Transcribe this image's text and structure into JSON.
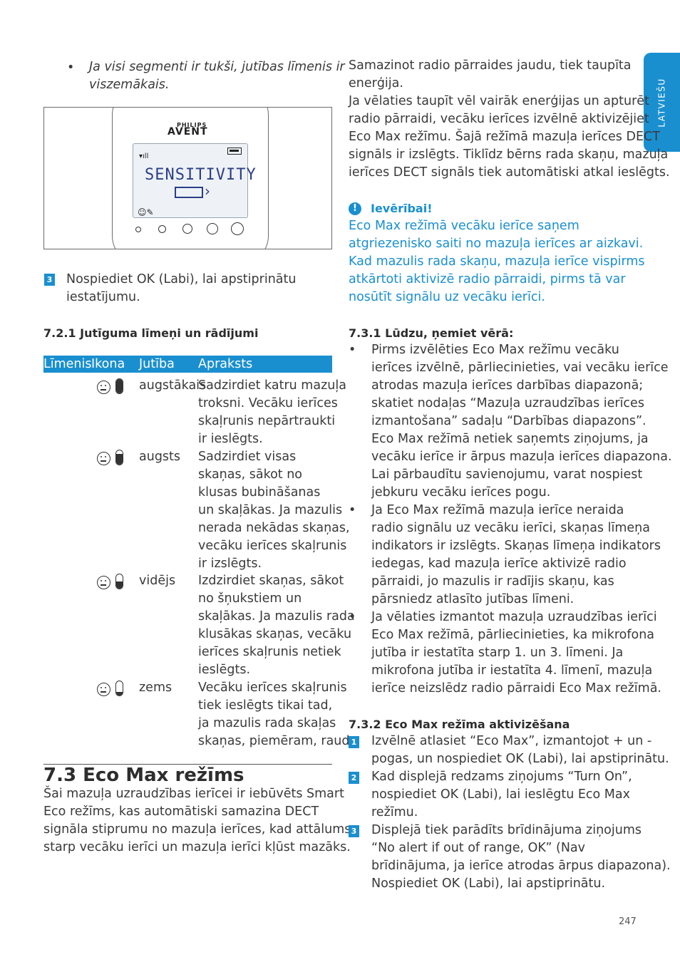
{
  "side_tab": "LATVIEŠU",
  "left": {
    "bullet_line1": "Ja visi segmenti ir tukši, jutības līmenis ir",
    "bullet_line2": "viszemākais.",
    "figure": {
      "brand_top": "PHILIPS",
      "brand_main": "AVENT",
      "lcd_text": "SENSITIVITY"
    },
    "step3_num": "3",
    "step3_line1": "Nospiediet OK (Labi), lai apstiprinātu",
    "step3_line2": "iestatījumu.",
    "subheading": "7.2.1 Jutīguma līmeņi un rādījumi",
    "table": {
      "headers": [
        "Līmenis",
        "Ikona",
        "Jutība",
        "Apraksts"
      ],
      "rows": [
        {
          "icon": "face-mic-icon",
          "mic_level": 1.0,
          "level": "augstākais",
          "desc": [
            "Sadzirdiet katru mazuļa",
            "troksni. Vecāku ierīces",
            "skaļrunis nepārtraukti",
            "ir ieslēgts."
          ]
        },
        {
          "icon": "face-mic-icon",
          "mic_level": 0.75,
          "level": "augsts",
          "desc": [
            "Sadzirdiet visas",
            "skaņas, sākot no",
            "klusas bubināšanas",
            "un skaļākas. Ja mazulis",
            "nerada nekādas skaņas,",
            "vecāku ierīces skaļrunis",
            "ir izslēgts."
          ]
        },
        {
          "icon": "face-mic-icon",
          "mic_level": 0.5,
          "level": "vidējs",
          "desc": [
            "Izdzirdiet skaņas, sākot",
            "no šņukstiem un",
            "skaļākas. Ja mazulis rada",
            "klusākas skaņas, vecāku",
            "ierīces skaļrunis netiek",
            "ieslēgts."
          ]
        },
        {
          "icon": "face-mic-icon",
          "mic_level": 0.25,
          "level": "zems",
          "desc": [
            "Vecāku ierīces skaļrunis",
            "tiek ieslēgts tikai tad,",
            "ja mazulis rada skaļas",
            "skaņas, piemēram, raud."
          ]
        }
      ]
    },
    "heading_73": "7.3  Eco Max režīms",
    "para_73": [
      "Šai mazuļa uzraudzības ierīcei ir iebūvēts Smart",
      "Eco režīms, kas automātiski samazina DECT",
      "signāla stiprumu no mazuļa ierīces, kad attālums",
      "starp vecāku ierīci un mazuļa ierīci kļūst mazāks."
    ]
  },
  "right": {
    "para1": [
      "Samazinot radio pārraides jaudu, tiek taupīta",
      "enerģija.",
      "Ja vēlaties taupīt vēl vairāk enerģijas un apturēt",
      "radio pārraidi, vecāku ierīces izvēlnē aktivizējiet",
      "Eco Max režīmu. Šajā režīmā mazuļa ierīces DECT",
      "signāls ir izslēgts. Tiklīdz bērns rada skaņu, mazuļa",
      "ierīces DECT signāls tiek automātiski atkal ieslēgts."
    ],
    "note_icon": "!",
    "note_title": "Ievērībai!",
    "note_body": [
      "Eco Max režīmā vecāku ierīce saņem",
      "atgriezenisko saiti no mazuļa ierīces ar aizkavi.",
      "Kad mazulis rada skaņu, mazuļa ierīce vispirms",
      "atkārtoti aktivizē radio pārraidi, pirms tā var",
      "nosūtīt signālu uz vecāku ierīci."
    ],
    "subheading_731": "7.3.1 Lūdzu, ņemiet vērā:",
    "bullets": [
      [
        "Pirms izvēlēties Eco Max režīmu vecāku",
        "ierīces izvēlnē, pārliecinieties, vai vecāku ierīce",
        "atrodas mazuļa ierīces darbības diapazonā;",
        "skatiet nodaļas “Mazuļa uzraudzības ierīces",
        "izmantošana” sadaļu “Darbības diapazons”.",
        "Eco Max režīmā netiek saņemts ziņojums, ja",
        "vecāku ierīce ir ārpus mazuļa ierīces diapazona.",
        "Lai pārbaudītu savienojumu, varat nospiest",
        "jebkuru vecāku ierīces pogu."
      ],
      [
        "Ja Eco Max režīmā mazuļa ierīce neraida",
        "radio signālu uz vecāku ierīci, skaņas līmeņa",
        "indikators ir izslēgts. Skaņas līmeņa indikators",
        "iedegas, kad mazuļa ierīce aktivizē radio",
        "pārraidi, jo mazulis ir radījis skaņu, kas",
        "pārsniedz atlasīto jutības līmeni."
      ],
      [
        "Ja vēlaties izmantot mazuļa uzraudzības ierīci",
        "Eco Max režīmā, pārliecinieties, ka mikrofona",
        "jutība ir iestatīta starp 1. un 3. līmeni. Ja",
        "mikrofona jutība ir iestatīta 4. līmenī, mazuļa",
        "ierīce neizslēdz radio pārraidi Eco Max režīmā."
      ]
    ],
    "subheading_732": "7.3.2 Eco Max režīma aktivizēšana",
    "steps": [
      {
        "num": "1",
        "lines": [
          "Izvēlnē atlasiet “Eco Max”, izmantojot + un -",
          "pogas, un nospiediet OK (Labi), lai apstiprinātu."
        ]
      },
      {
        "num": "2",
        "lines": [
          "Kad displejā redzams ziņojums “Turn On”,",
          "nospiediet OK (Labi), lai ieslēgtu Eco Max",
          "režīmu."
        ]
      },
      {
        "num": "3",
        "lines": [
          "Displejā tiek parādīts brīdinājuma ziņojums",
          "“No alert if out of range, OK” (Nav",
          "brīdinājuma, ja ierīce atrodas ārpus diapazona).",
          "Nospiediet OK (Labi), lai apstiprinātu."
        ]
      }
    ]
  },
  "page_number": "247",
  "colors": {
    "accent": "#1a8fd0",
    "text": "#3a3a3a",
    "lcd_text": "#2b3f86"
  }
}
